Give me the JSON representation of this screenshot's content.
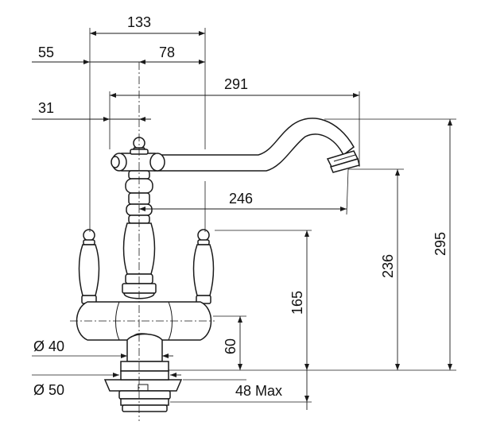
{
  "diagram": {
    "dimensions": {
      "width_overall": "133",
      "offset_left": "55",
      "offset_right": "78",
      "spout_reach": "291",
      "spout_offset": "31",
      "outlet_reach": "246",
      "height_outlet": "236",
      "height_total": "295",
      "height_lever": "165",
      "height_body": "60",
      "dia_base": "Ø 40",
      "dia_shank": "Ø 50",
      "max_thickness": "48 Max"
    }
  }
}
